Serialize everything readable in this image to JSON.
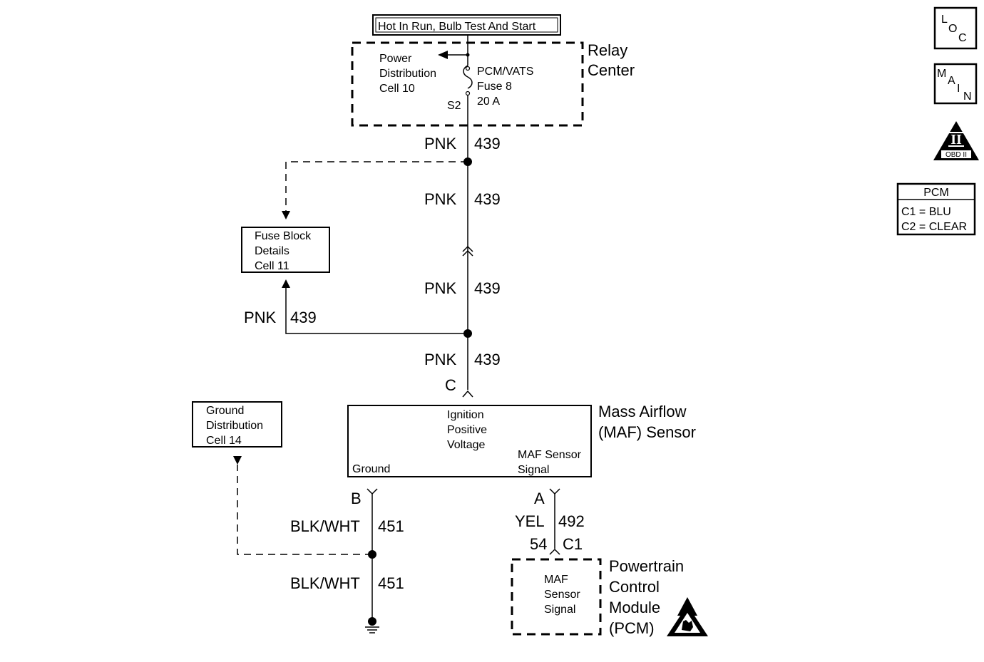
{
  "power_source": "Hot In Run, Bulb Test And Start",
  "relay_center": {
    "line1": "Relay",
    "line2": "Center"
  },
  "power_distribution": [
    "Power",
    "Distribution",
    "Cell 10"
  ],
  "fuse": [
    "PCM/VATS",
    "Fuse 8",
    "20 A"
  ],
  "splice_s2": "S2",
  "wire_pnk": {
    "color": "PNK",
    "circuit": "439"
  },
  "fuse_block": [
    "Fuse Block",
    "Details",
    "Cell 11"
  ],
  "connector_c": "C",
  "maf_sensor": {
    "name_line1": "Mass Airflow",
    "name_line2": "(MAF) Sensor",
    "ignition": [
      "Ignition",
      "Positive",
      "Voltage"
    ],
    "ground": "Ground",
    "signal": [
      "MAF Sensor",
      "Signal"
    ]
  },
  "ground_distribution": [
    "Ground",
    "Distribution",
    "Cell 14"
  ],
  "connector_b": "B",
  "connector_a": "A",
  "wire_blk": {
    "color": "BLK/WHT",
    "circuit": "451"
  },
  "wire_yel": {
    "color": "YEL",
    "circuit": "492"
  },
  "pcm_pin": {
    "pin": "54",
    "connector": "C1"
  },
  "pcm_box": [
    "MAF",
    "Sensor",
    "Signal"
  ],
  "pcm_name": [
    "Powertrain",
    "Control",
    "Module",
    "(PCM)"
  ],
  "icons": {
    "loc": [
      "L",
      "O",
      "C"
    ],
    "main": [
      "M",
      "A",
      "I",
      "N"
    ],
    "obd": {
      "numeral": "II",
      "label": "OBD II"
    }
  },
  "pcm_legend": {
    "title": "PCM",
    "c1": "C1 = BLU",
    "c2": "C2 = CLEAR"
  }
}
